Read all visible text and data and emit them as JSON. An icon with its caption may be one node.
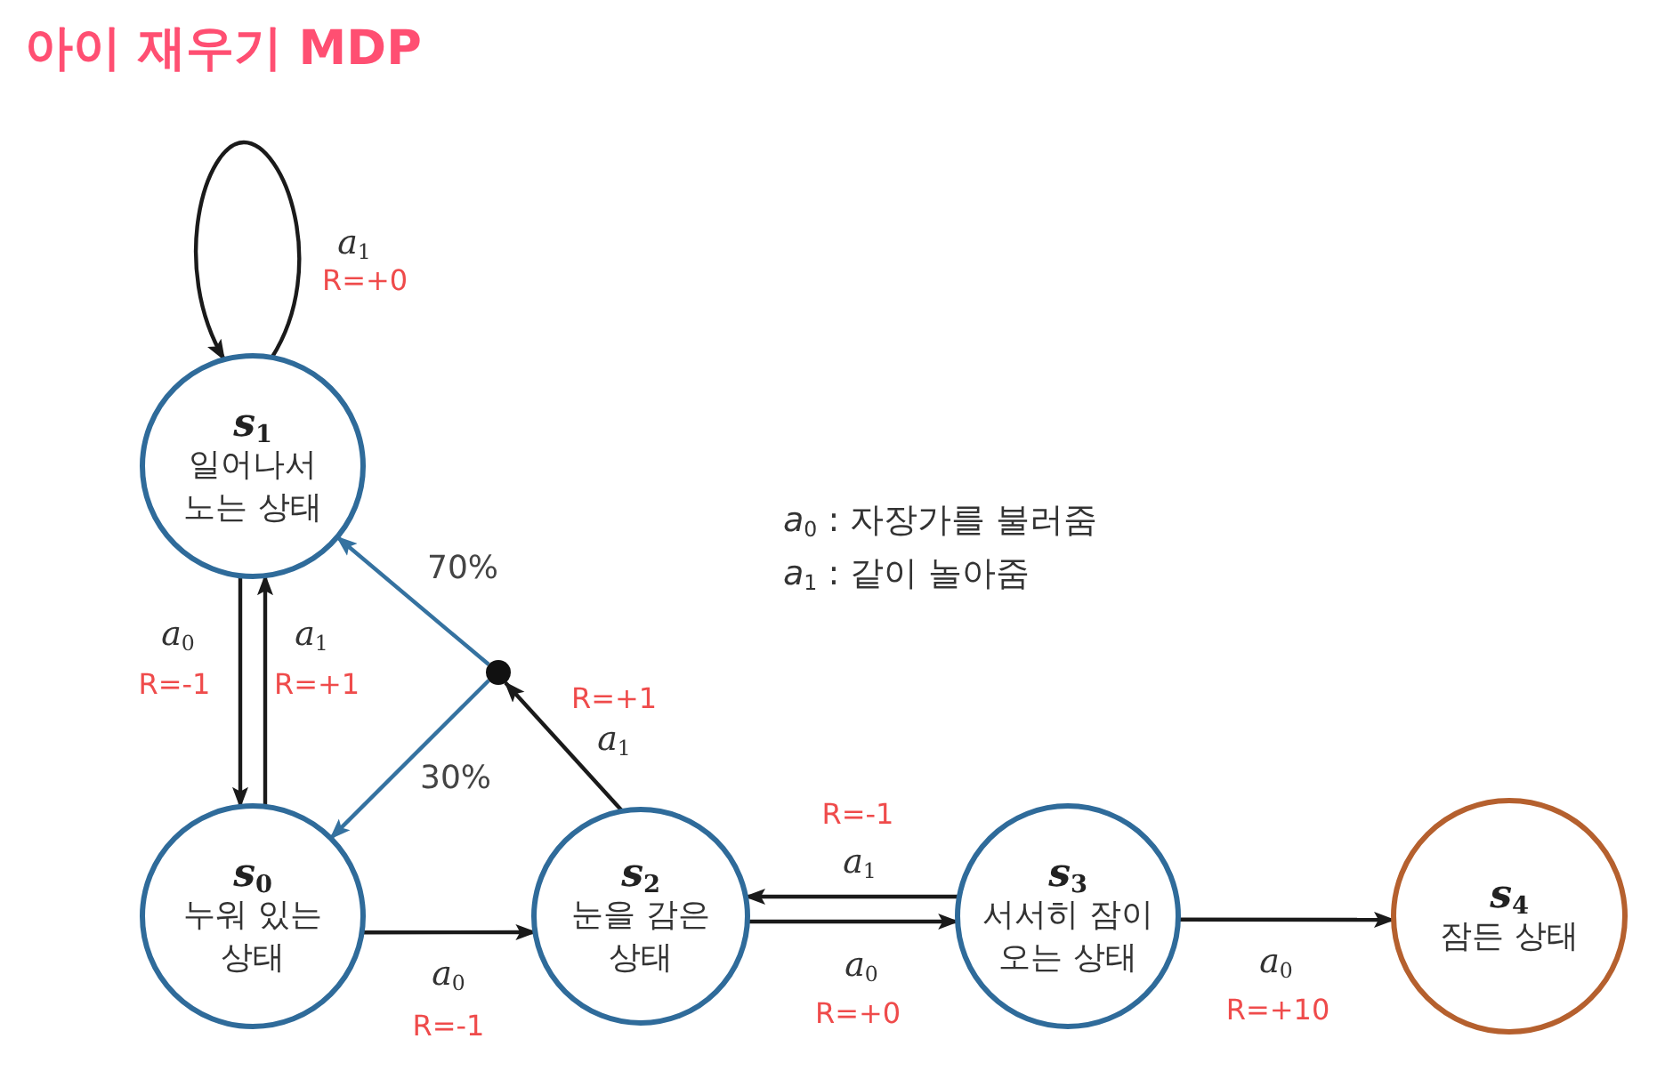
{
  "diagram": {
    "title": "아이 재우기 MDP",
    "nodes": [
      {
        "text": [
          "*s*$_{1}$",
          "일어나서 노는 상태"
        ]
      },
      {
        "text": [],
        "shape": "circle"
      },
      {
        "text": [
          "*s*$_{0}$",
          "누워 있는 상태"
        ]
      },
      {
        "text": [
          "*s*$_{2}$",
          "눈을 감은 상태"
        ]
      },
      {
        "text": [
          "*s*$_{3}$",
          "서서히 잠이 오는 상태"
        ]
      },
      {
        "text": [
          "*s*$_{4}$",
          "잠든 상태"
        ]
      }
    ],
    "edges": [
      {
        "from": 0,
        "to": 0,
        "arrow": "to",
        "label": "*a*$_{1}$"
      },
      {
        "from": 0,
        "to": 2,
        "arrow": "to",
        "label": "*a*$_{0}$"
      },
      {
        "from": 2,
        "to": 0,
        "arrow": "to",
        "label": "*a*$_{1}$"
      },
      {
        "from": 1,
        "to": 0,
        "arrow": "to",
        "label": "70%",
        "color": "#3572a0"
      },
      {
        "from": 1,
        "to": 2,
        "arrow": "to",
        "label": "30%",
        "color": "#3572a0"
      },
      {
        "from": 3,
        "to": 1,
        "arrow": "to",
        "label": "*a*$_{1}$"
      },
      {
        "from": 2,
        "to": 3,
        "arrow": "to",
        "label": "*a*$_{0}$"
      },
      {
        "from": 4,
        "to": 3,
        "arrow": "to",
        "label": "*a*$_{1}$"
      },
      {
        "from": 3,
        "to": 4,
        "arrow": "to",
        "label": "*a*$_{0}$"
      },
      {
        "from": 4,
        "to": 5,
        "arrow": "to",
        "label": "*a*$_{0}$"
      }
    ],
    "labels": [
      "R=+0",
      "*a*$_{0}$ : 자장가를 불러줌",
      "*a*$_{1}$ : 같이 놀아줌",
      "R=-1",
      "R=+1",
      "R=+1",
      "R=-1",
      "R=-1",
      "R=+0",
      "R=+10"
    ]
  }
}
